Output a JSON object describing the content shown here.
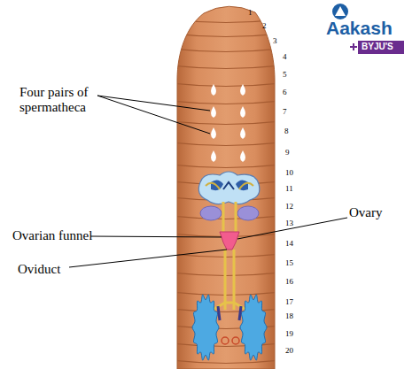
{
  "diagram": {
    "labels": [
      "Four pairs of spermatheca",
      "Ovary",
      "Ovarian funnel",
      "Oviduct",
      "1",
      "2",
      "3",
      "4",
      "5",
      "6",
      "7",
      "8",
      "9",
      "10",
      "11",
      "12",
      "13",
      "14",
      "15",
      "16",
      "17",
      "18",
      "19",
      "20",
      "Aakash",
      "BYJU'S"
    ]
  }
}
